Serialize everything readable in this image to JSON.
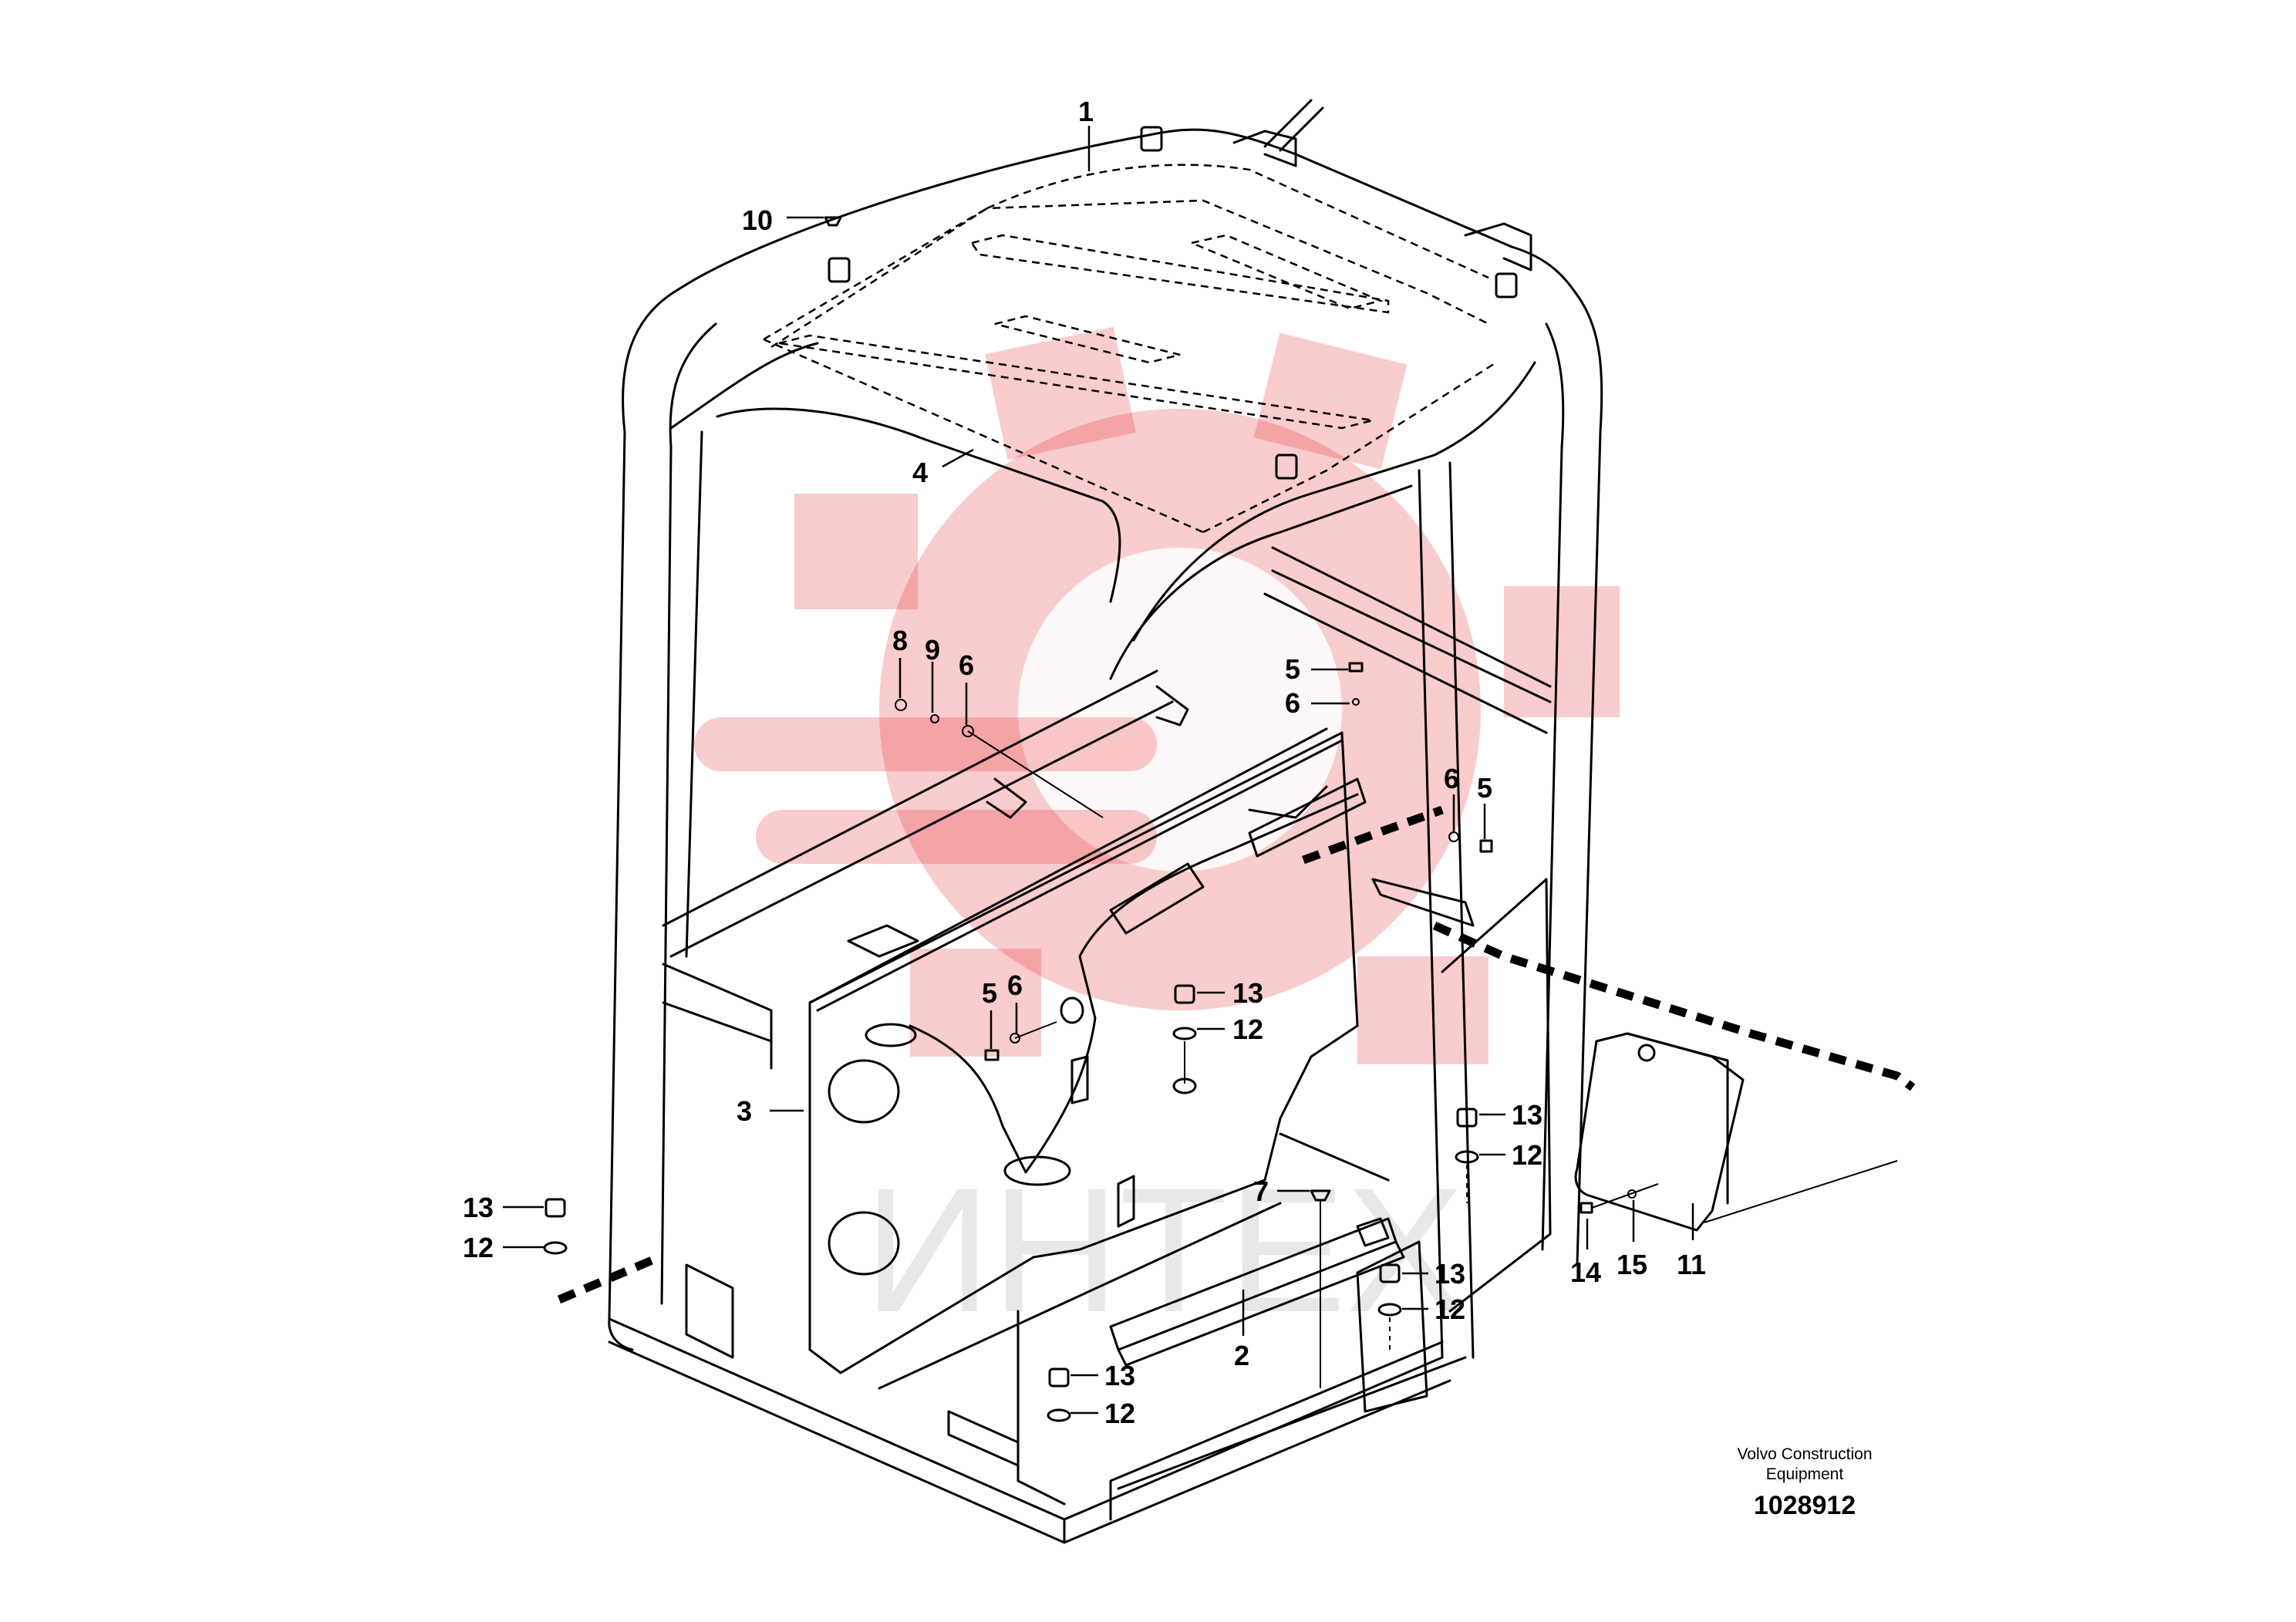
{
  "diagram": {
    "callouts": {
      "c1": "1",
      "c2": "2",
      "c3": "3",
      "c4": "4",
      "c5a": "5",
      "c6a": "6",
      "c5b": "5",
      "c6b": "6",
      "c5c": "5",
      "c6c": "6",
      "c7": "7",
      "c8": "8",
      "c9": "9",
      "c6d": "6",
      "c10": "10",
      "c11": "11",
      "c12a": "12",
      "c13a": "13",
      "c12b": "12",
      "c13b": "13",
      "c12c": "12",
      "c13c": "13",
      "c12d": "12",
      "c13d": "13",
      "c12e": "12",
      "c13e": "13",
      "c14": "14",
      "c15": "15"
    },
    "footer": {
      "company_line1": "Volvo Construction",
      "company_line2": "Equipment",
      "drawing_number": "1028912"
    },
    "watermark": {
      "text": "ИНТЕХ",
      "color": "#e5191d",
      "icon": "gear-logo-icon"
    }
  }
}
